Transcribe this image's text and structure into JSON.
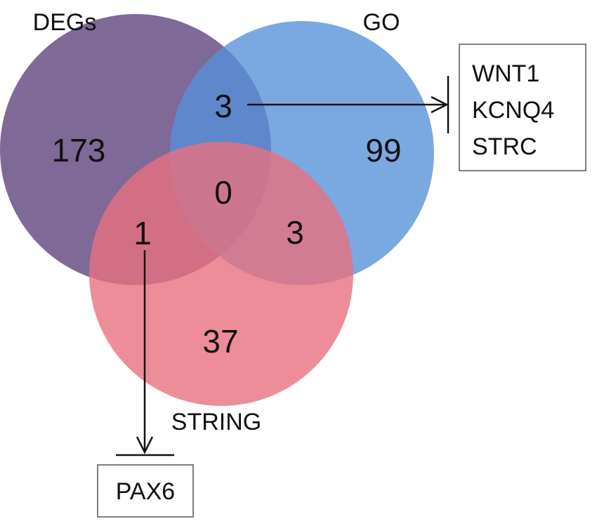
{
  "sets": {
    "degs": {
      "label": "DEGs",
      "color": "#5b3f7a"
    },
    "go": {
      "label": "GO",
      "color": "#5591da"
    },
    "string": {
      "label": "STRING",
      "color": "#e9707f"
    }
  },
  "counts": {
    "degs_only": "173",
    "go_only": "99",
    "string_only": "37",
    "degs_go": "3",
    "degs_string": "1",
    "go_string": "3",
    "all_three": "0"
  },
  "callouts": {
    "degs_go_genes": [
      "WNT1",
      "KCNQ4",
      "STRC"
    ],
    "degs_string_genes": [
      "PAX6"
    ]
  }
}
